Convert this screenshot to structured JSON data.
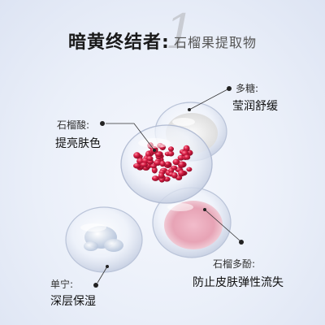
{
  "title": {
    "main": "暗黄终结者",
    "colon": ":",
    "number": "1",
    "sub": "石榴果提取物"
  },
  "ingredients": [
    {
      "name": "多糖:",
      "benefit": "莹润舒缓"
    },
    {
      "name": "石榴酸:",
      "benefit": "提亮肤色"
    },
    {
      "name": "石榴多酚:",
      "benefit": "防止皮肤弹性流失"
    },
    {
      "name": "单宁:",
      "benefit": "深层保湿"
    }
  ],
  "colors": {
    "pomegranate": "#c9143a",
    "powder_pink": "#e8a8b8",
    "sugar_white": "#f2f2f2",
    "text_dark": "#111111",
    "number_gray": "#c9ccd3"
  },
  "icons": {
    "dish": "petri-dish-icon",
    "pointer": "dot-leader-icon"
  }
}
